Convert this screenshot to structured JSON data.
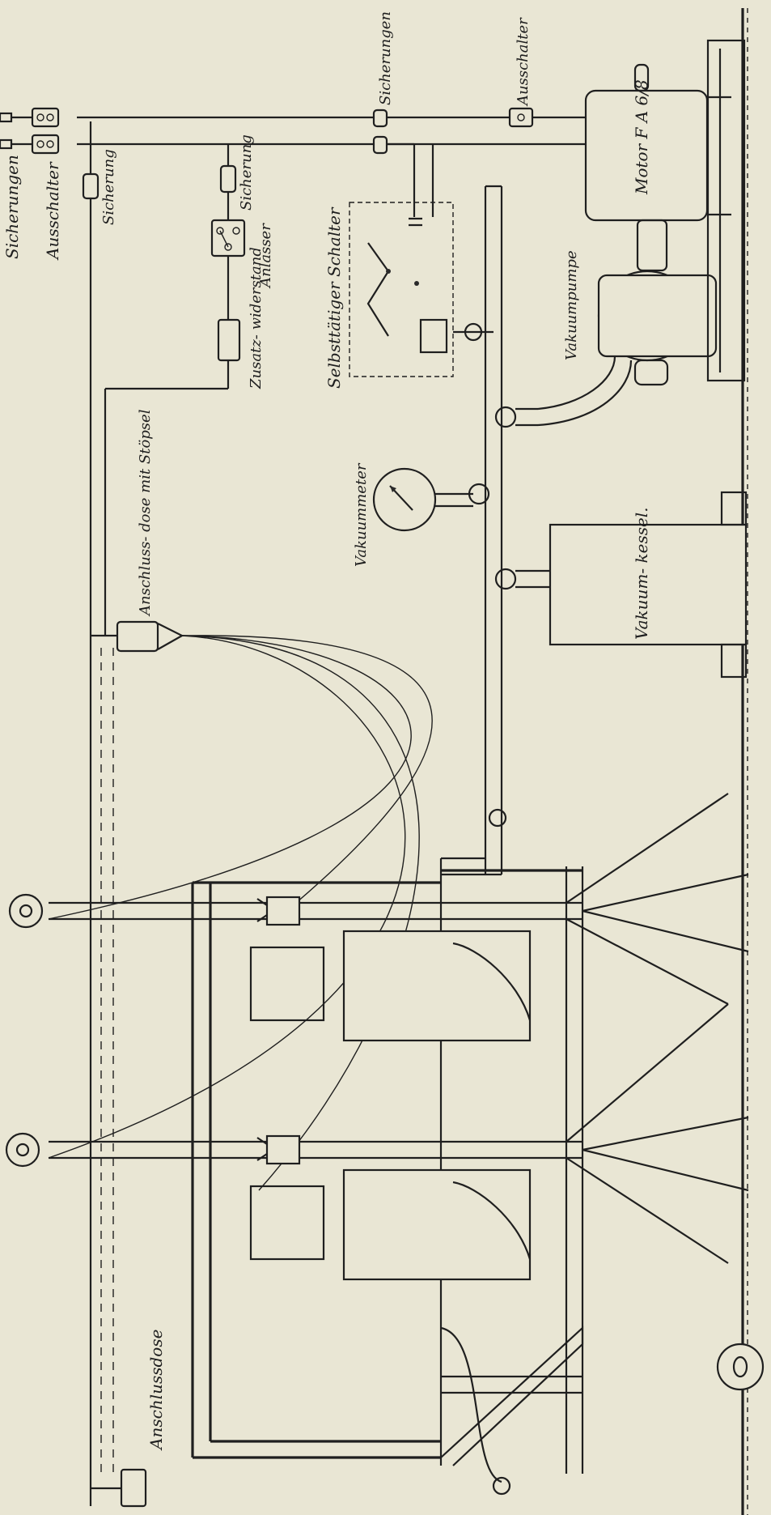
{
  "diagram": {
    "labels": {
      "sicherungen_top": "Sicherungen",
      "ausschalter_left": "Ausschalter",
      "sicherung_left": "Sicherung",
      "sicherung_mid": "Sicherung",
      "anlasser": "Anlasser",
      "zusatzwiderstand": "Zusatz- widerstand",
      "selbsttaetiger_schalter": "Selbsttätiger Schalter",
      "sicherungen_right": "Sicherungen",
      "ausschalter_right": "Ausschalter",
      "motor": "Motor F A 6/8",
      "vakuumpumpe": "Vakuumpumpe",
      "vakuummeter": "Vakuummeter",
      "vakuumkessel": "Vakuum- kessel.",
      "anschlussdose_mit_stoepsel": "Anschluss- dose mit Stöpsel",
      "anschlussdose": "Anschlussdose"
    }
  }
}
